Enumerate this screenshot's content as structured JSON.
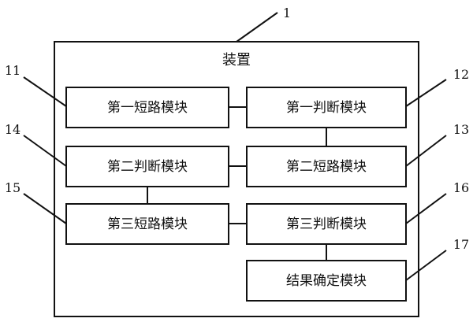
{
  "device": {
    "ref": "1",
    "title": "装置"
  },
  "modules": [
    {
      "id": "m11",
      "ref": "11",
      "label": "第一短路模块"
    },
    {
      "id": "m12",
      "ref": "12",
      "label": "第一判断模块"
    },
    {
      "id": "m14",
      "ref": "14",
      "label": "第二判断模块"
    },
    {
      "id": "m13",
      "ref": "13",
      "label": "第二短路模块"
    },
    {
      "id": "m15",
      "ref": "15",
      "label": "第三短路模块"
    },
    {
      "id": "m16",
      "ref": "16",
      "label": "第三判断模块"
    },
    {
      "id": "m17",
      "ref": "17",
      "label": "结果确定模块"
    }
  ]
}
